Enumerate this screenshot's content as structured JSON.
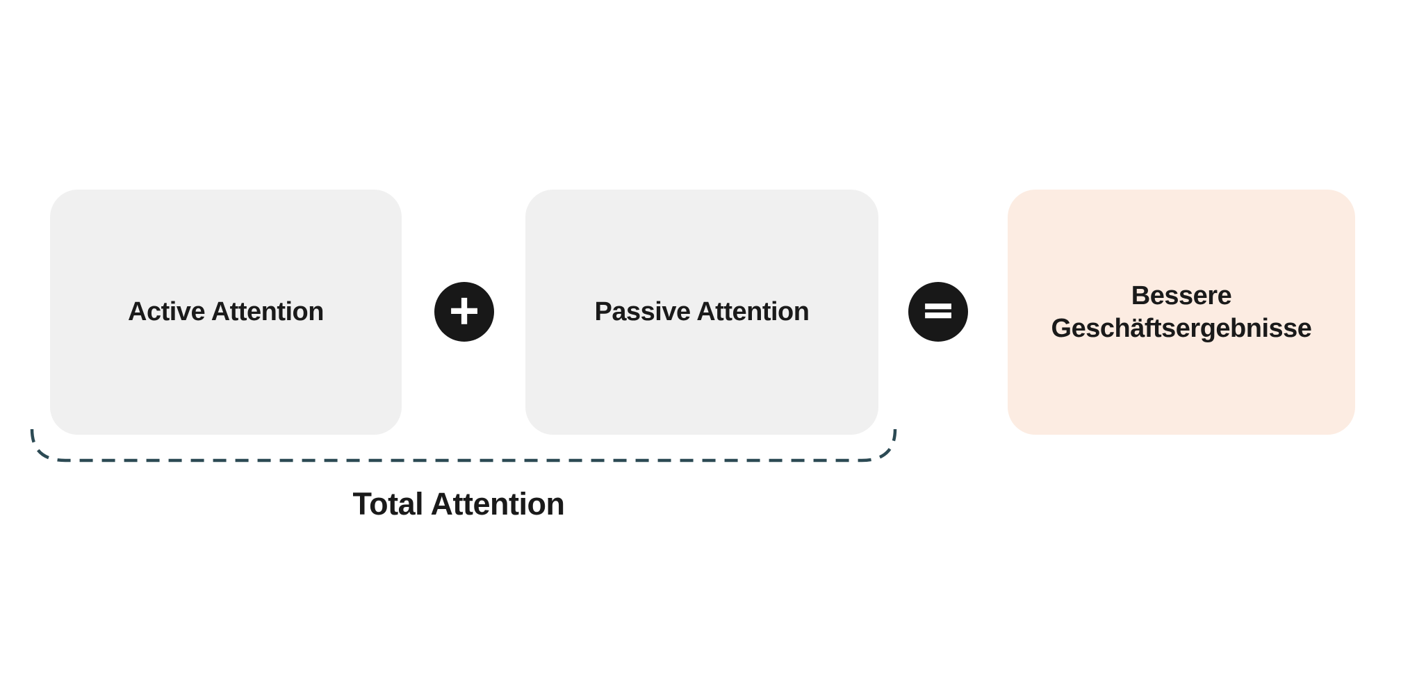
{
  "diagram": {
    "boxes": [
      {
        "label": "Active Attention",
        "bg": "#f0f0f0"
      },
      {
        "label": "Passive Attention",
        "bg": "#f0f0f0"
      },
      {
        "label": "Bessere Geschäftsergebnisse",
        "bg": "#fcece2"
      }
    ],
    "operators": [
      {
        "name": "plus-icon",
        "symbol": "+"
      },
      {
        "name": "equals-icon",
        "symbol": "="
      }
    ],
    "bracket": {
      "label": "Total Attention"
    },
    "colors": {
      "background": "#ffffff",
      "box_gray": "#f0f0f0",
      "box_peach": "#fcece2",
      "operator_circle": "#181818",
      "operator_symbol": "#ffffff",
      "text": "#1a1a1a",
      "bracket_stroke": "#2c4a54"
    }
  }
}
